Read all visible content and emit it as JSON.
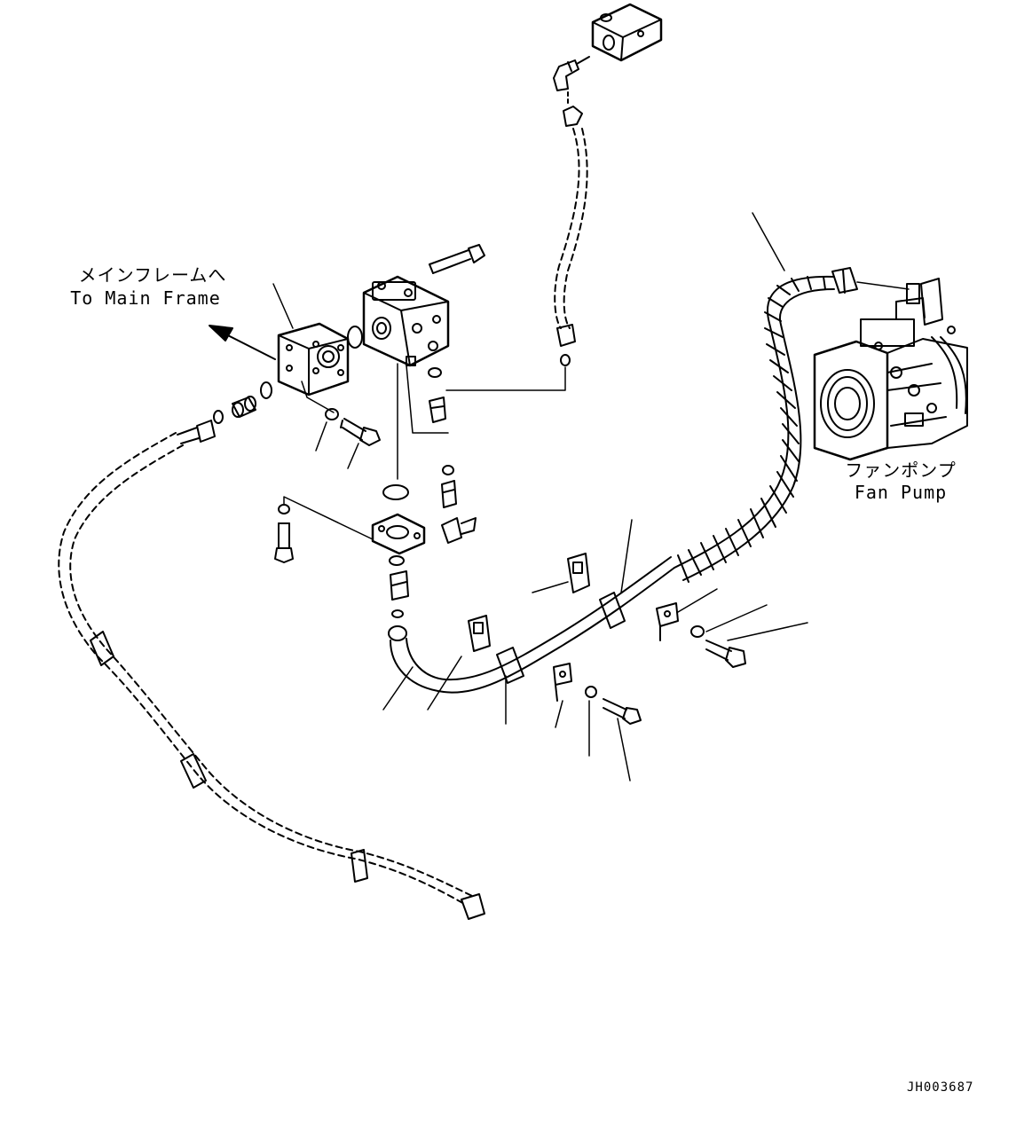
{
  "labels": {
    "main_frame_jp": "メインフレームへ",
    "main_frame_en": "To Main Frame",
    "fan_pump_jp": "ファンポンプ",
    "fan_pump_en": "Fan Pump",
    "drawing_id": "JH003687"
  },
  "colors": {
    "ink": "#000000",
    "paper": "#ffffff"
  }
}
